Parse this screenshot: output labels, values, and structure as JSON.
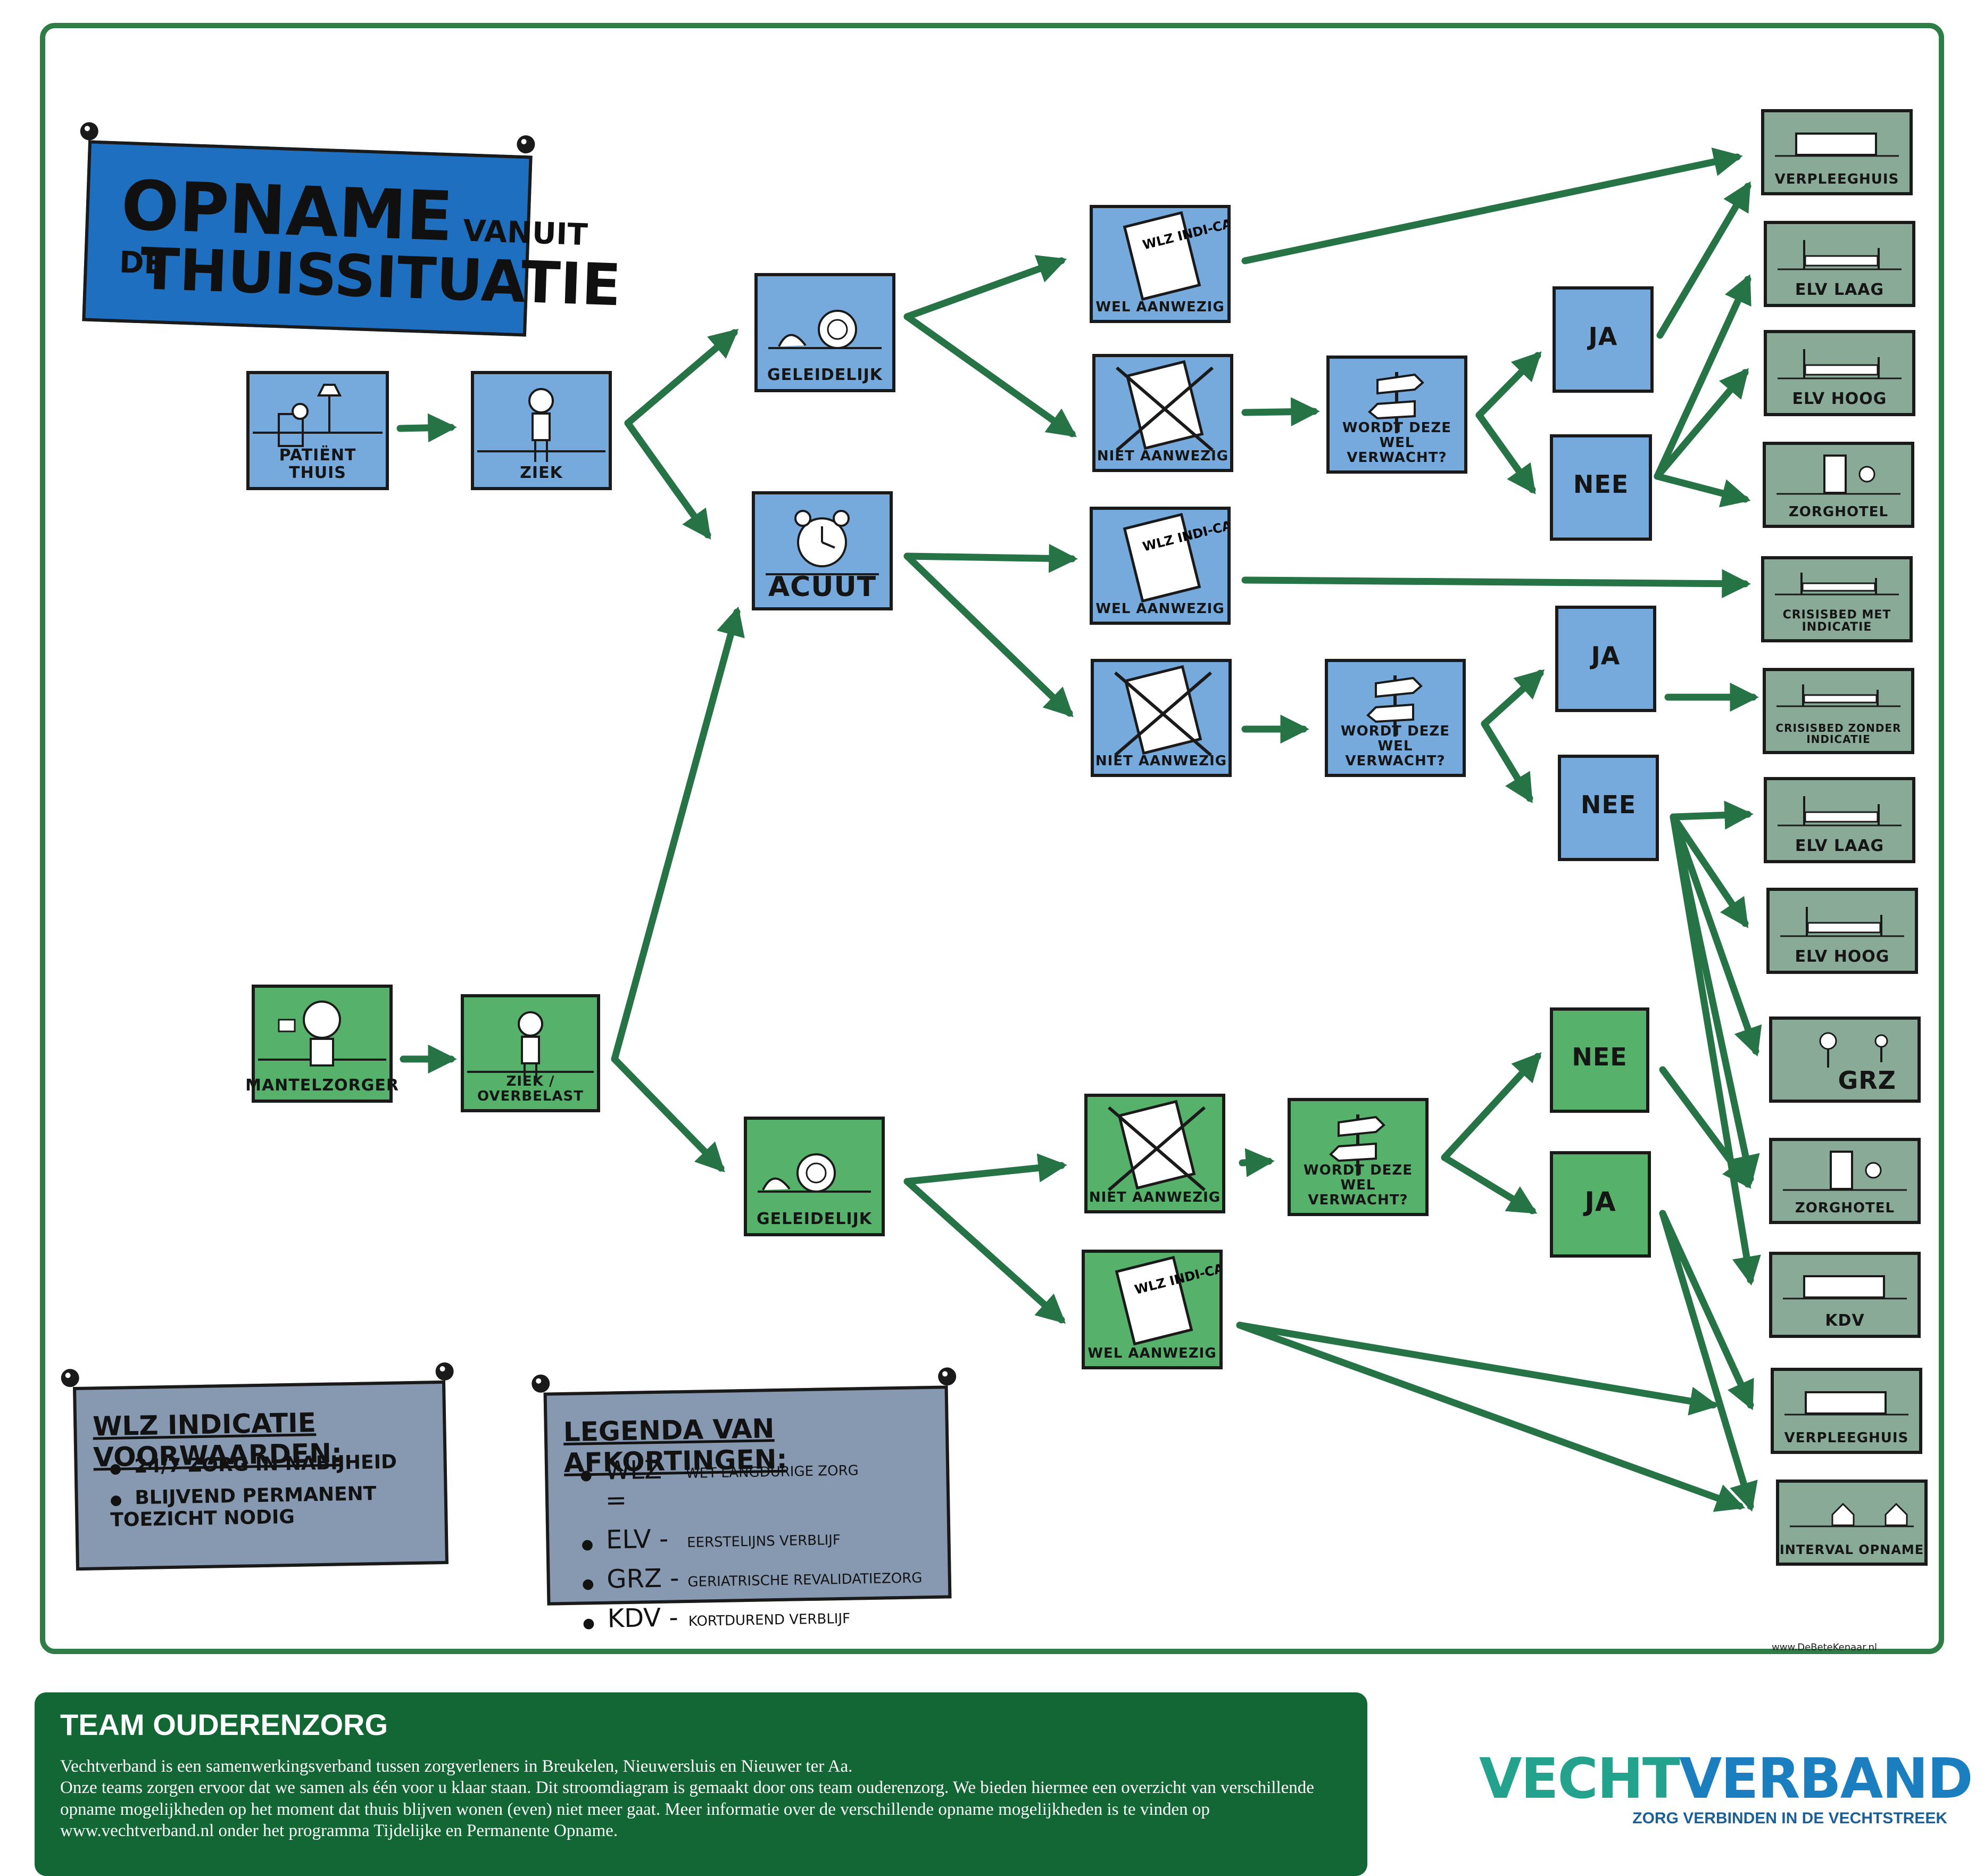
{
  "title": {
    "line1_big": "OPNAME",
    "line1_small": "VANUIT DE",
    "line2": "THUISSITUATIE"
  },
  "nodes": {
    "patient_thuis": "PATIËNT THUIS",
    "ziek": "ZIEK",
    "geleidelijk_blue": "GELEIDELIJK",
    "acuut": "ACUUT",
    "wel_aanwezig_1": "WEL AANWEZIG",
    "niet_aanwezig_1": "NIET AANWEZIG",
    "wordt_verwacht_1": "WORDT DEZE WEL VERWACHT?",
    "ja_1": "JA",
    "nee_1": "NEE",
    "wel_aanwezig_2": "WEL AANWEZIG",
    "niet_aanwezig_2": "NIET AANWEZIG",
    "wordt_verwacht_2": "WORDT DEZE WEL VERWACHT?",
    "ja_2": "JA",
    "nee_2": "NEE",
    "mantelzorger": "MANTELZORGER",
    "ziek_overbelast": "ZIEK / OVERBELAST",
    "geleidelijk_green": "GELEIDELIJK",
    "niet_aanwezig_3": "NIET AANWEZIG",
    "wordt_verwacht_3": "WORDT DEZE WEL VERWACHT?",
    "nee_3": "NEE",
    "ja_3": "JA",
    "wel_aanwezig_3": "WEL AANWEZIG",
    "verpleeghuis_1": "VERPLEEGHUIS",
    "elv_laag_1": "ELV LAAG",
    "elv_hoog_1": "ELV HOOG",
    "zorghotel_1": "ZORGHOTEL",
    "crisisbed_met": "CRISISBED MET INDICATIE",
    "crisisbed_zonder": "CRISISBED ZONDER INDICATIE",
    "elv_laag_2": "ELV LAAG",
    "elv_hoog_2": "ELV HOOG",
    "grz": "GRZ",
    "zorghotel_2": "ZORGHOTEL",
    "kdv": "KDV",
    "verpleeghuis_2": "VERPLEEGHUIS",
    "interval_opname": "INTERVAL OPNAME",
    "wlz_book": "WLZ INDI-CATIE"
  },
  "wlz_conditions": {
    "title": "WLZ INDICATIE VOORWAARDEN:",
    "items": [
      "24/7 ZORG IN NABIJHEID",
      "BLIJVEND PERMANENT TOEZICHT NODIG"
    ]
  },
  "legend": {
    "title": "LEGENDA VAN AFKORTINGEN:",
    "items": [
      {
        "abbr": "WLZ =",
        "def": "WET LANGDURIGE ZORG"
      },
      {
        "abbr": "ELV -",
        "def": "EERSTELIJNS VERBLIJF"
      },
      {
        "abbr": "GRZ -",
        "def": "GERIATRISCHE REVALIDATIEZORG"
      },
      {
        "abbr": "KDV -",
        "def": "KORTDUREND VERBLIJF"
      }
    ]
  },
  "signature": "www.DeBeteKenaar.nl",
  "footer": {
    "title": "TEAM OUDERENZORG",
    "p1": "Vechtverband is een samenwerkingsverband tussen zorgverleners in Breukelen, Nieuwersluis en Nieuwer ter Aa.",
    "p2": "Onze teams zorgen ervoor dat we samen als één voor u klaar staan. Dit stroomdiagram is gemaakt door ons team ouderenzorg. We bieden hiermee een overzicht van verschillende opname mogelijkheden op het moment dat thuis blijven wonen (even) niet meer gaat. Meer informatie over de verschillende opname mogelijkheden is te vinden op www.vechtverband.nl onder het programma Tijdelijke en Permanente Opname."
  },
  "brand": {
    "name_a": "VECHT",
    "name_b": "VERBAND",
    "tagline": "ZORG VERBINDEN IN DE VECHTSTREEK"
  },
  "colors": {
    "frame": "#2e7d46",
    "blue": "#76a9dc",
    "green": "#56b26b",
    "grey": "#8aaa98",
    "arrow": "#267346",
    "footer": "#126735"
  }
}
